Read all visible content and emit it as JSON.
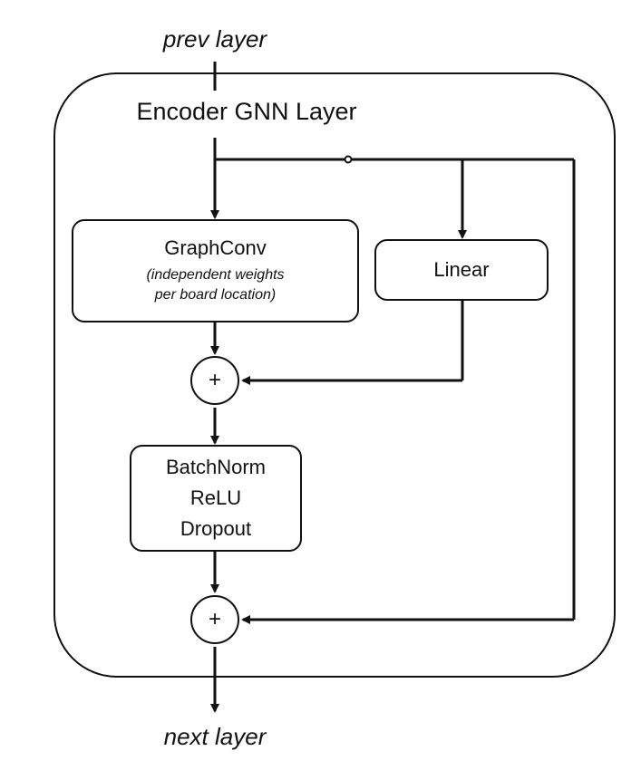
{
  "labels": {
    "prev": "prev layer",
    "next": "next layer",
    "title": "Encoder GNN Layer"
  },
  "nodes": {
    "graphconv": {
      "title": "GraphConv",
      "subtitle_line1": "(independent weights",
      "subtitle_line2": "per board location)"
    },
    "linear": {
      "title": "Linear"
    },
    "post": {
      "lines": [
        "BatchNorm",
        "ReLU",
        "Dropout"
      ]
    },
    "sum_top": {
      "symbol": "+"
    },
    "sum_bottom": {
      "symbol": "+"
    }
  },
  "colors": {
    "stroke": "#111111",
    "background": "#ffffff"
  }
}
